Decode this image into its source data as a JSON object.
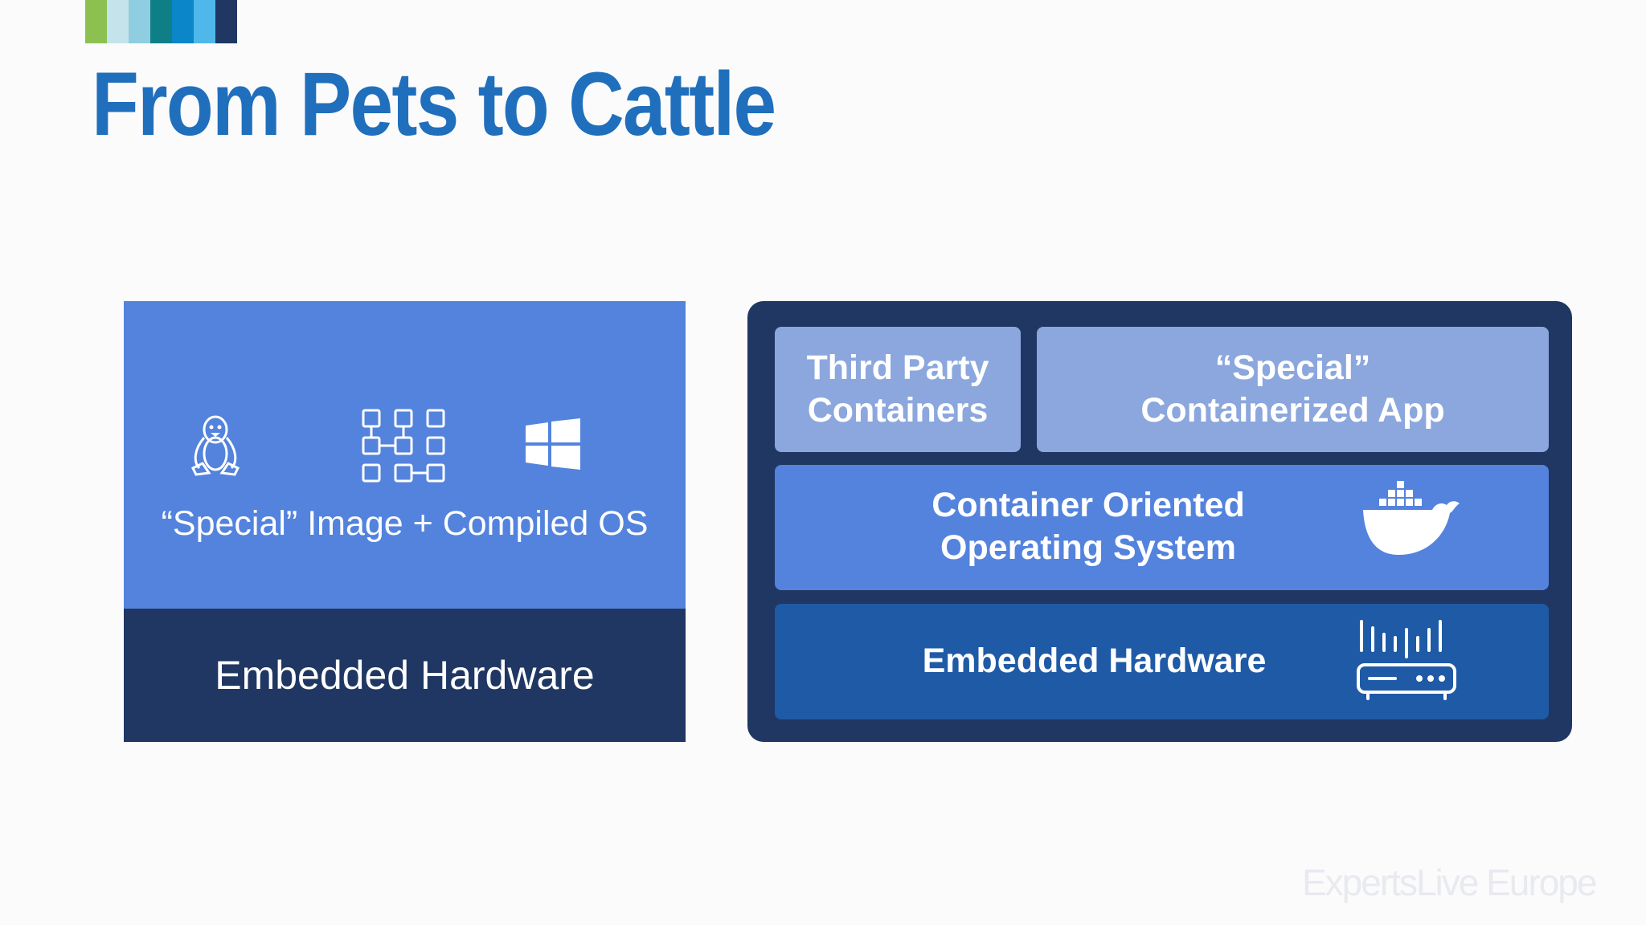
{
  "title": "From Pets to Cattle",
  "colors": {
    "title": "#1f6fbd",
    "light_blue_block": "#5383dd",
    "dark_navy_block": "#1f3762",
    "pale_tile": "#8ba7dd",
    "hardware_tile": "#1f5aa6",
    "color_bar": [
      "#8cc152",
      "#c5e3ea",
      "#8fcde0",
      "#0e7f87",
      "#0b86c9",
      "#4fb7ea",
      "#1f3762"
    ]
  },
  "left_diagram": {
    "icons": [
      "linux-tux-icon",
      "modules-grid-icon",
      "windows-logo-icon"
    ],
    "caption": "“Special” Image + Compiled OS",
    "hardware_label": "Embedded Hardware"
  },
  "right_diagram": {
    "third_party": "Third Party Containers",
    "special_app": "“Special” Containerized App",
    "os_label": "Container Oriented Operating System",
    "os_icon": "docker-whale-icon",
    "hardware_label": "Embedded Hardware",
    "hardware_icon": "router-device-icon"
  },
  "watermark": "ExpertsLive Europe"
}
